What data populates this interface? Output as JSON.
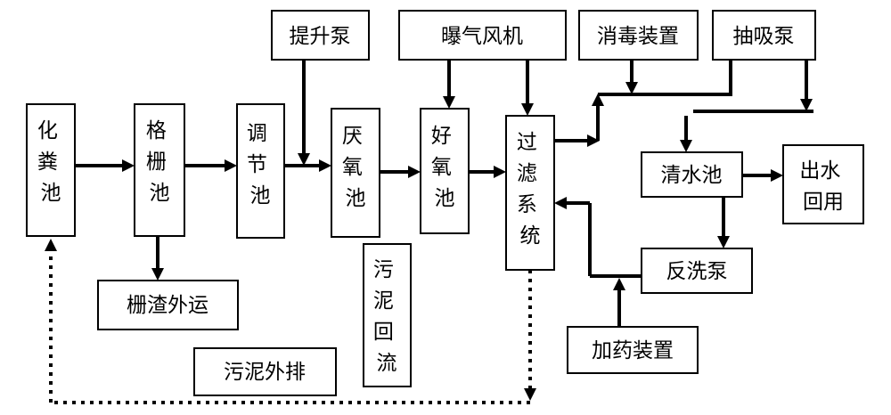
{
  "nodes": {
    "septic_tank": "化粪池",
    "grille_pool": "格栅池",
    "adjust_pool": "调节池",
    "anoxic_pool": "厌氧池",
    "aerobic_pool": "好氧池",
    "filter_system": "过滤系统",
    "clear_pool": "清水池",
    "outlet_reuse": "出水回用",
    "lift_pump": "提升泵",
    "aeration_blower": "曝气风机",
    "disinfection_device": "消毒装置",
    "suction_pump": "抽吸泵",
    "grille_residue_out": "栅渣外运",
    "sludge_return": "污泥回流",
    "sludge_discharge": "污泥外排",
    "backwash_pump": "反洗泵",
    "dosing_device": "加药装置"
  }
}
